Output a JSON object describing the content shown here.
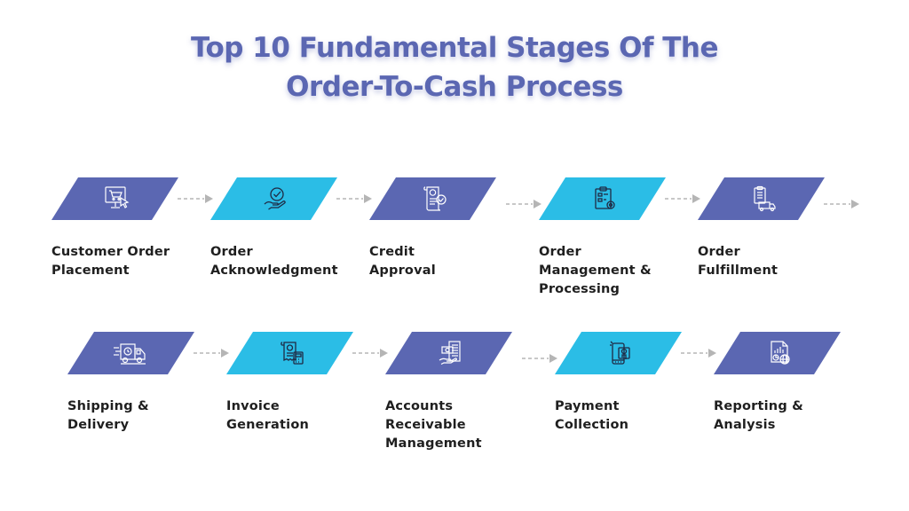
{
  "title": {
    "line1": "Top 10 Fundamental Stages Of The",
    "line2": "Order-To-Cash Process"
  },
  "colors": {
    "primary": "#5b67b2",
    "accent": "#2bbde6",
    "arrow": "#b5b5b5",
    "text": "#1f1f1f"
  },
  "stages": [
    {
      "line1": "Customer Order",
      "line2": "Placement",
      "line3": "",
      "icon": "cart-monitor-icon",
      "color": "primary"
    },
    {
      "line1": "Order",
      "line2": "Acknowledgment",
      "line3": "",
      "icon": "hand-check-icon",
      "color": "accent"
    },
    {
      "line1": "Credit",
      "line2": "Approval",
      "line3": "",
      "icon": "scroll-dollar-check-icon",
      "color": "primary"
    },
    {
      "line1": "Order",
      "line2": "Management &",
      "line3": "Processing",
      "icon": "clipboard-gear-icon",
      "color": "accent"
    },
    {
      "line1": "Order",
      "line2": "Fulfillment",
      "line3": "",
      "icon": "clipboard-truck-icon",
      "color": "primary"
    },
    {
      "line1": "Shipping &",
      "line2": "Delivery",
      "line3": "",
      "icon": "delivery-truck-icon",
      "color": "primary"
    },
    {
      "line1": "Invoice",
      "line2": "Generation",
      "line3": "",
      "icon": "invoice-calculator-icon",
      "color": "accent"
    },
    {
      "line1": "Accounts",
      "line2": "Receivable",
      "line3": "Management",
      "icon": "hand-money-document-icon",
      "color": "primary"
    },
    {
      "line1": "Payment",
      "line2": "Collection",
      "line3": "",
      "icon": "mobile-payment-icon",
      "color": "accent"
    },
    {
      "line1": "Reporting &",
      "line2": "Analysis",
      "line3": "",
      "icon": "report-chart-globe-icon",
      "color": "primary"
    }
  ]
}
